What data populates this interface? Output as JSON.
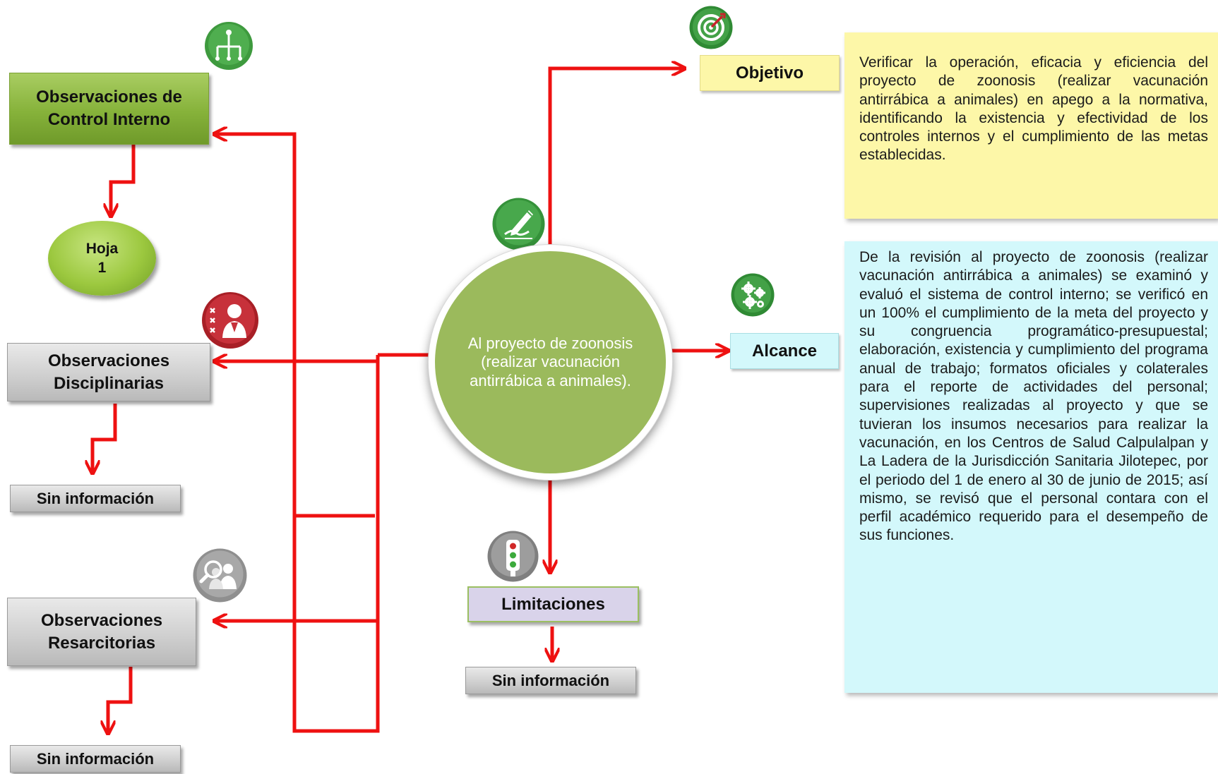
{
  "center": {
    "text": "Al proyecto de zoonosis (realizar vacunación antirrábica a animales)."
  },
  "nodes": {
    "control_interno": "Observaciones de Control Interno",
    "hoja": {
      "line1": "Hoja",
      "line2": "1"
    },
    "disciplinarias": "Observaciones Disciplinarias",
    "disciplinarias_result": "Sin información",
    "resarcitorias": "Observaciones Resarcitorias",
    "resarcitorias_result": "Sin información",
    "objetivo": "Objetivo",
    "alcance": "Alcance",
    "limitaciones": "Limitaciones",
    "limitaciones_result": "Sin información"
  },
  "panels": {
    "objetivo_text": "Verificar la operación, eficacia y eficiencia del proyecto de zoonosis (realizar vacunación antirrábica a animales) en apego a la normativa, identificando la existencia y efectividad de los controles internos y el cumplimiento de las metas establecidas.",
    "alcance_text": "De la revisión al proyecto de zoonosis (realizar vacunación antirrábica a animales) se examinó y evaluó el sistema de control interno; se verificó en un 100% el cumplimiento de la meta del proyecto y su congruencia programático-presupuestal; elaboración, existencia y cumplimiento del programa anual de trabajo; formatos oficiales y colaterales para el reporte de actividades del personal; supervisiones realizadas al proyecto y que se tuvieran los insumos necesarios para realizar la vacunación, en los Centros de Salud Calpulalpan y La Ladera de la Jurisdicción Sanitaria Jilotepec, por el periodo del 1 de enero al 30 de junio de 2015; así mismo, se revisó que el personal contara con el perfil académico requerido para el desempeño de sus funciones."
  },
  "icons": {
    "control_interno": "org-chart-icon",
    "disciplinarias": "person-x-icon",
    "resarcitorias": "magnifier-people-icon",
    "objetivo": "target-icon",
    "alcance": "gears-icon",
    "center": "pen-signature-icon",
    "limitaciones": "traffic-light-icon"
  },
  "colors": {
    "arrow": "#ee1111",
    "green_box": "#86b23a",
    "gray_box": "#d0d0d0",
    "yellow_panel": "#fdf7a8",
    "cyan_panel": "#d3f8fb",
    "limitaciones_box": "#d9d3ea",
    "center_circle": "#9bba5c",
    "icon_green": "#3e9a3e",
    "icon_red": "#c2262e",
    "icon_gray": "#9a9a9a"
  }
}
